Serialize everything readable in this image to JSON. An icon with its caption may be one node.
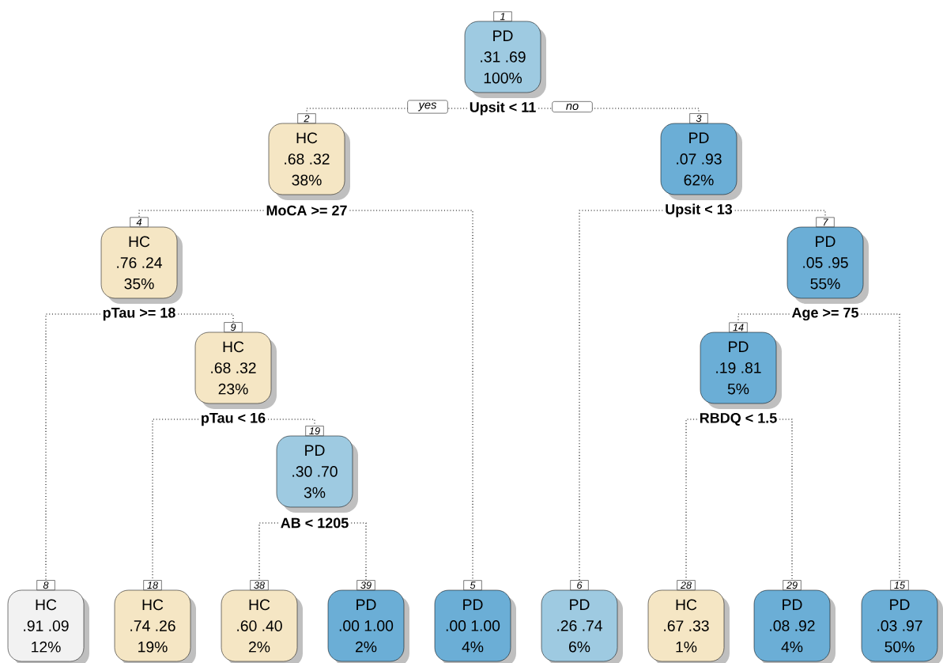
{
  "diagram": {
    "nodes": [
      {
        "text": [
          "1",
          "PD",
          ".31 .69",
          "100%"
        ],
        "beside": [
          "Upsit < 11"
        ]
      },
      {
        "text": [
          "2",
          "HC",
          ".68 .32",
          "38%"
        ],
        "beside": [
          "MoCA >= 27"
        ]
      },
      {
        "text": [
          "3",
          "PD",
          ".07 .93",
          "62%"
        ],
        "beside": [
          "Upsit < 13"
        ]
      },
      {
        "text": [
          "4",
          "HC",
          ".76 .24",
          "35%"
        ],
        "beside": [
          "pTau >= 18"
        ]
      },
      {
        "text": [
          "7",
          "PD",
          ".05 .95",
          "55%"
        ],
        "beside": [
          "Age >= 75"
        ]
      },
      {
        "text": [
          "9",
          "HC",
          ".68 .32",
          "23%"
        ],
        "beside": [
          "pTau < 16"
        ]
      },
      {
        "text": [
          "14",
          "PD",
          ".19 .81",
          "5%"
        ],
        "beside": [
          "RBDQ < 1.5"
        ]
      },
      {
        "text": [
          "19",
          "PD",
          ".30 .70",
          "3%"
        ],
        "beside": [
          "AB < 1205"
        ]
      },
      {
        "text": [
          "8",
          "HC",
          ".91 .09",
          "12%"
        ]
      },
      {
        "text": [
          "18",
          "HC",
          ".74 .26",
          "19%"
        ]
      },
      {
        "text": [
          "38",
          "HC",
          ".60 .40",
          "2%"
        ]
      },
      {
        "text": [
          "39",
          "PD",
          ".00 1.00",
          "2%"
        ]
      },
      {
        "text": [
          "5",
          "PD",
          ".00 1.00",
          "4%"
        ]
      },
      {
        "text": [
          "6",
          "PD",
          ".26 .74",
          "6%"
        ]
      },
      {
        "text": [
          "28",
          "HC",
          ".67 .33",
          "1%"
        ]
      },
      {
        "text": [
          "29",
          "PD",
          ".08 .92",
          "4%"
        ]
      },
      {
        "text": [
          "15",
          "PD",
          ".03 .97",
          "50%"
        ]
      }
    ],
    "edges": [
      {
        "from": 0,
        "to": 1,
        "arrow": "none",
        "label": "yes"
      },
      {
        "from": 0,
        "to": 2,
        "arrow": "none",
        "label": "no"
      },
      {
        "from": 1,
        "to": 3,
        "arrow": "none"
      },
      {
        "from": 1,
        "to": 12,
        "arrow": "none"
      },
      {
        "from": 2,
        "to": 13,
        "arrow": "none"
      },
      {
        "from": 2,
        "to": 4,
        "arrow": "none"
      },
      {
        "from": 3,
        "to": 8,
        "arrow": "none"
      },
      {
        "from": 3,
        "to": 5,
        "arrow": "none"
      },
      {
        "from": 5,
        "to": 9,
        "arrow": "none"
      },
      {
        "from": 5,
        "to": 7,
        "arrow": "none"
      },
      {
        "from": 7,
        "to": 10,
        "arrow": "none"
      },
      {
        "from": 7,
        "to": 11,
        "arrow": "none"
      },
      {
        "from": 4,
        "to": 6,
        "arrow": "none"
      },
      {
        "from": 4,
        "to": 16,
        "arrow": "none"
      },
      {
        "from": 6,
        "to": 14,
        "arrow": "none"
      },
      {
        "from": 6,
        "to": 15,
        "arrow": "none"
      }
    ]
  }
}
